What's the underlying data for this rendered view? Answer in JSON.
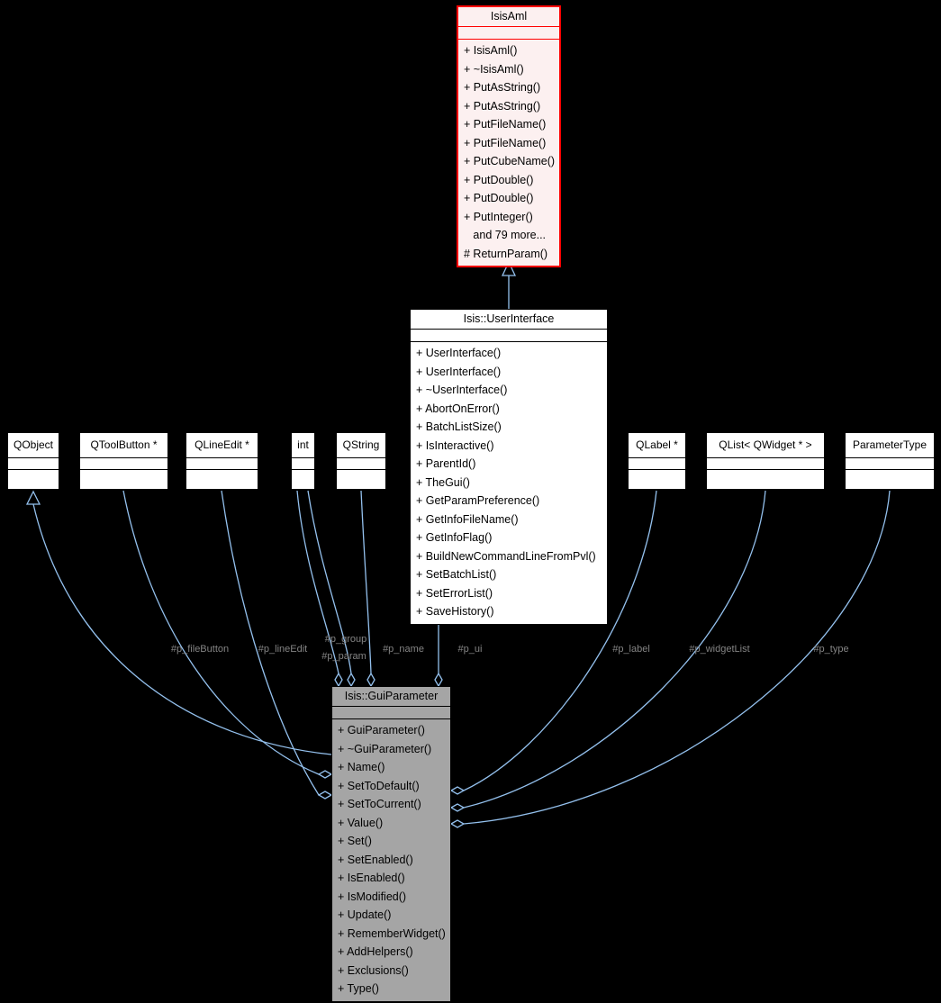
{
  "diagram": {
    "type": "uml-collaboration-diagram",
    "colors": {
      "background": "#000000",
      "edge": "#94c1ee",
      "edge_label": "#848484",
      "node_fill": "#ffffff",
      "node_border": "#000000",
      "truncated_border": "#ff0000",
      "truncated_fill": "#fcf0f0",
      "current_fill": "#a5a5a5",
      "text": "#000000"
    }
  },
  "classes": {
    "isisaml": {
      "name": "IsisAml",
      "methods": [
        "+ IsisAml()",
        "+ ~IsisAml()",
        "+ PutAsString()",
        "+ PutAsString()",
        "+ PutFileName()",
        "+ PutFileName()",
        "+ PutCubeName()",
        "+ PutDouble()",
        "+ PutDouble()",
        "+ PutInteger()",
        "   and 79 more...",
        "# ReturnParam()"
      ]
    },
    "userinterface": {
      "name": "Isis::UserInterface",
      "methods": [
        "+ UserInterface()",
        "+ UserInterface()",
        "+ ~UserInterface()",
        "+ AbortOnError()",
        "+ BatchListSize()",
        "+ IsInteractive()",
        "+ ParentId()",
        "+ TheGui()",
        "+ GetParamPreference()",
        "+ GetInfoFileName()",
        "+ GetInfoFlag()",
        "+ BuildNewCommandLineFromPvl()",
        "+ SetBatchList()",
        "+ SetErrorList()",
        "+ SaveHistory()"
      ]
    },
    "guiparameter": {
      "name": "Isis::GuiParameter",
      "methods": [
        "+ GuiParameter()",
        "+ ~GuiParameter()",
        "+ Name()",
        "+ SetToDefault()",
        "+ SetToCurrent()",
        "+ Value()",
        "+ Set()",
        "+ SetEnabled()",
        "+ IsEnabled()",
        "+ IsModified()",
        "+ Update()",
        "+ RememberWidget()",
        "+ AddHelpers()",
        "+ Exclusions()",
        "+ Type()"
      ]
    },
    "qobject": {
      "name": "QObject"
    },
    "qtoolbutton": {
      "name": "QToolButton *"
    },
    "qlineedit": {
      "name": "QLineEdit *"
    },
    "int": {
      "name": "int"
    },
    "qstring": {
      "name": "QString"
    },
    "qlabel": {
      "name": "QLabel *"
    },
    "qlist": {
      "name": "QList< QWidget * >"
    },
    "parametertype": {
      "name": "ParameterType"
    }
  },
  "edges": {
    "labels": {
      "p_fileButton": "#p_fileButton",
      "p_lineEdit": "#p_lineEdit",
      "p_group": "#p_group",
      "p_param": "#p_param",
      "p_name": "#p_name",
      "p_ui": "#p_ui",
      "p_label": "#p_label",
      "p_widgetList": "#p_widgetList",
      "p_type": "#p_type"
    }
  }
}
